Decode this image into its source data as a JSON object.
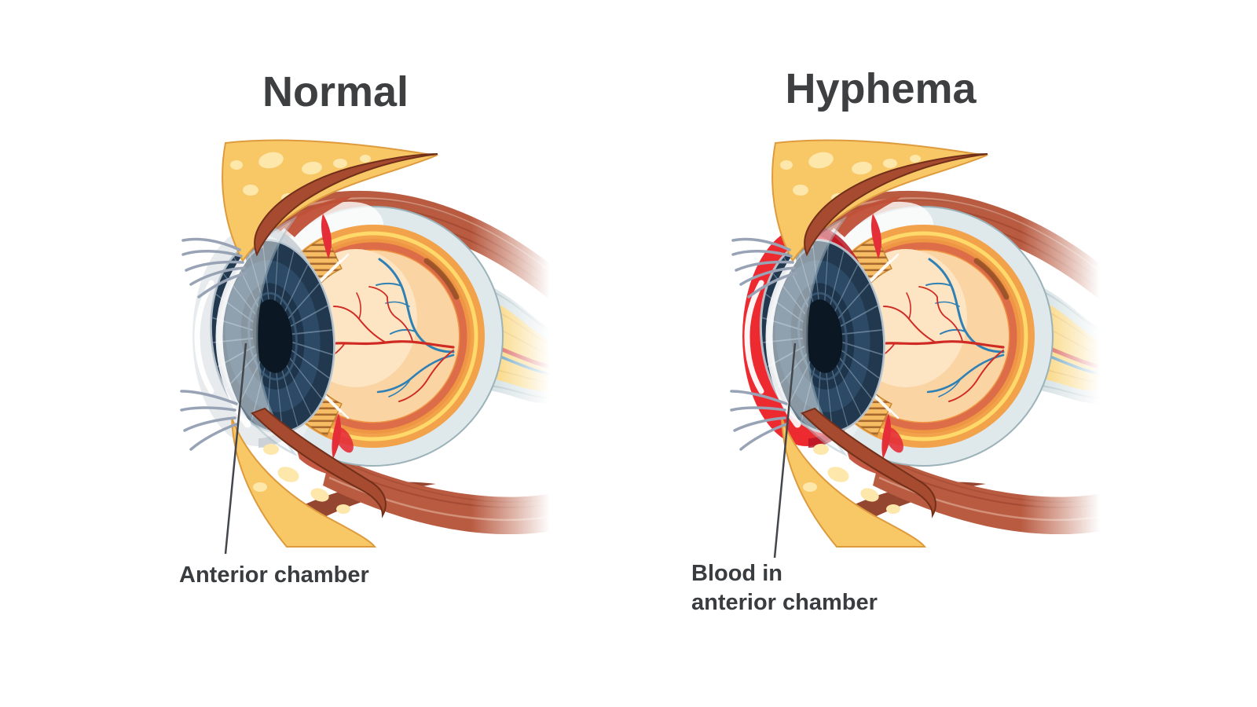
{
  "panels": [
    {
      "title": "Normal",
      "caption_lines": [
        "Anterior chamber"
      ],
      "chamber": {
        "fill": "#e7ebed",
        "shade": "#c6cdd1"
      }
    },
    {
      "title": "Hyphema",
      "caption_lines": [
        "Blood in",
        "anterior chamber"
      ],
      "chamber": {
        "fill": "#ee2a31",
        "shade": "#b91523"
      }
    }
  ],
  "colors": {
    "background": "#ffffff",
    "title_text": "#3e3f41",
    "caption_text": "#3a3d40",
    "leader_line": "#43474b",
    "sclera": "#dfe9ec",
    "sclera_edge": "#9bb2b9",
    "choroid_orange": "#f2a24b",
    "ring_yellow": "#ffd96a",
    "inner_orange": "#ef9644",
    "ring_red": "#dd6c49",
    "vitreous": "#fbd4a4",
    "vitreous_light": "#fde4c2",
    "iris_navy": "#22384f",
    "iris_mid": "#2c4a66",
    "pupil": "#0b1824",
    "lens_blue": "#bfe3f3",
    "ciliary_yellow": "#f6bd64",
    "ciliary_stripe": "#9a5a24",
    "muscle_red": "#b95b41",
    "muscle_stripe": "#9d452f",
    "fat_yellow": "#f8c766",
    "fat_spot": "#fde7ab",
    "lid_brown": "#a64b2f",
    "lid_brown_dark": "#722f1a",
    "lash_gray": "#98a3b5",
    "vessel_red": "#cf2b24",
    "vessel_blue": "#2f81b5",
    "nerve_sheath": "#c7d7db",
    "nerve_yellow": "#f7c84f",
    "attachment_red": "#e42f38"
  }
}
